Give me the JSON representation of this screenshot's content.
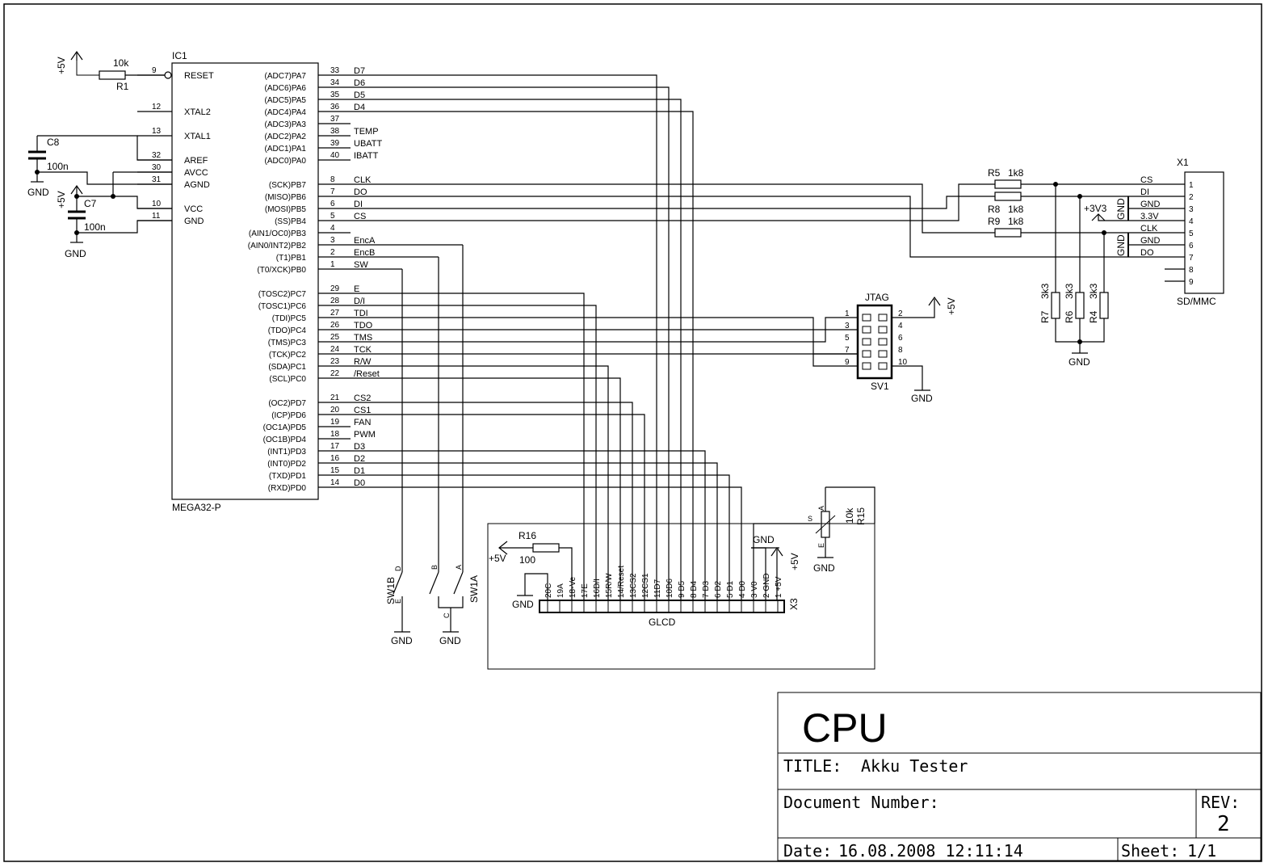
{
  "ic1": {
    "ref": "IC1",
    "part": "MEGA32-P",
    "left_pins": [
      {
        "num": "9",
        "name": "RESET"
      },
      {
        "num": "12",
        "name": "XTAL2"
      },
      {
        "num": "13",
        "name": "XTAL1"
      },
      {
        "num": "32",
        "name": "AREF"
      },
      {
        "num": "30",
        "name": "AVCC"
      },
      {
        "num": "31",
        "name": "AGND"
      },
      {
        "num": "10",
        "name": "VCC"
      },
      {
        "num": "11",
        "name": "GND"
      }
    ],
    "right_pins": [
      {
        "num": "33",
        "name": "(ADC7)PA7",
        "net": "D7"
      },
      {
        "num": "34",
        "name": "(ADC6)PA6",
        "net": "D6"
      },
      {
        "num": "35",
        "name": "(ADC5)PA5",
        "net": "D5"
      },
      {
        "num": "36",
        "name": "(ADC4)PA4",
        "net": "D4"
      },
      {
        "num": "37",
        "name": "(ADC3)PA3",
        "net": ""
      },
      {
        "num": "38",
        "name": "(ADC2)PA2",
        "net": "TEMP"
      },
      {
        "num": "39",
        "name": "(ADC1)PA1",
        "net": "UBATT"
      },
      {
        "num": "40",
        "name": "(ADC0)PA0",
        "net": "IBATT"
      },
      {
        "num": "8",
        "name": "(SCK)PB7",
        "net": "CLK"
      },
      {
        "num": "7",
        "name": "(MISO)PB6",
        "net": "DO"
      },
      {
        "num": "6",
        "name": "(MOSI)PB5",
        "net": "DI"
      },
      {
        "num": "5",
        "name": "(SS)PB4",
        "net": "CS"
      },
      {
        "num": "4",
        "name": "(AIN1/OC0)PB3",
        "net": ""
      },
      {
        "num": "3",
        "name": "(AIN0/INT2)PB2",
        "net": "EncA"
      },
      {
        "num": "2",
        "name": "(T1)PB1",
        "net": "EncB"
      },
      {
        "num": "1",
        "name": "(T0/XCK)PB0",
        "net": "SW"
      },
      {
        "num": "29",
        "name": "(TOSC2)PC7",
        "net": "E"
      },
      {
        "num": "28",
        "name": "(TOSC1)PC6",
        "net": "D/I"
      },
      {
        "num": "27",
        "name": "(TDI)PC5",
        "net": "TDI"
      },
      {
        "num": "26",
        "name": "(TDO)PC4",
        "net": "TDO"
      },
      {
        "num": "25",
        "name": "(TMS)PC3",
        "net": "TMS"
      },
      {
        "num": "24",
        "name": "(TCK)PC2",
        "net": "TCK"
      },
      {
        "num": "23",
        "name": "(SDA)PC1",
        "net": "R/W"
      },
      {
        "num": "22",
        "name": "(SCL)PC0",
        "net": "/Reset"
      },
      {
        "num": "21",
        "name": "(OC2)PD7",
        "net": "CS2"
      },
      {
        "num": "20",
        "name": "(ICP)PD6",
        "net": "CS1"
      },
      {
        "num": "19",
        "name": "(OC1A)PD5",
        "net": "FAN"
      },
      {
        "num": "18",
        "name": "(OC1B)PD4",
        "net": "PWM"
      },
      {
        "num": "17",
        "name": "(INT1)PD3",
        "net": "D3"
      },
      {
        "num": "16",
        "name": "(INT0)PD2",
        "net": "D2"
      },
      {
        "num": "15",
        "name": "(TXD)PD1",
        "net": "D1"
      },
      {
        "num": "14",
        "name": "(RXD)PD0",
        "net": "D0"
      }
    ]
  },
  "power": {
    "p5v": "+5V",
    "p3v3": "+3V3",
    "gnd": "GND"
  },
  "parts": {
    "r1": {
      "ref": "R1",
      "value": "10k"
    },
    "c8": {
      "ref": "C8",
      "value": "100n"
    },
    "c7": {
      "ref": "C7",
      "value": "100n"
    },
    "r5": {
      "ref": "R5",
      "value": "1k8"
    },
    "r8": {
      "ref": "R8",
      "value": "1k8"
    },
    "r9": {
      "ref": "R9",
      "value": "1k8"
    },
    "r7": {
      "ref": "R7",
      "value": "3k3"
    },
    "r6": {
      "ref": "R6",
      "value": "3k3"
    },
    "r4": {
      "ref": "R4",
      "value": "3k3"
    },
    "r16": {
      "ref": "R16",
      "value": "100"
    },
    "r15": {
      "ref": "R15",
      "value": "10k"
    },
    "sw1a": {
      "ref": "SW1A",
      "a": "A",
      "b": "B",
      "c": "C"
    },
    "sw1b": {
      "ref": "SW1B",
      "d": "D",
      "e": "E"
    }
  },
  "sd": {
    "ref": "X1",
    "part": "SD/MMC",
    "pins": [
      {
        "num": "1",
        "net": "CS"
      },
      {
        "num": "2",
        "net": "DI"
      },
      {
        "num": "3",
        "net": "GND"
      },
      {
        "num": "4",
        "net": "3.3V"
      },
      {
        "num": "5",
        "net": "CLK"
      },
      {
        "num": "6",
        "net": "GND"
      },
      {
        "num": "7",
        "net": "DO"
      },
      {
        "num": "8",
        "net": ""
      },
      {
        "num": "9",
        "net": ""
      }
    ]
  },
  "jtag": {
    "label": "JTAG",
    "ref": "SV1",
    "left": [
      "1",
      "3",
      "5",
      "7",
      "9"
    ],
    "right": [
      "2",
      "4",
      "6",
      "8",
      "10"
    ]
  },
  "glcd": {
    "ref": "X3",
    "part": "GLCD",
    "pins": [
      "20C",
      "19A",
      "18-Ve",
      "17E",
      "16D/I",
      "15R/W",
      "14/Reset",
      "13CS2",
      "12CS1",
      "11D7",
      "10D6",
      "9 D5",
      "8 D4",
      "7 D3",
      "6 D2",
      "5 D1",
      "4 D0",
      "3 V0",
      "2 GND",
      "1 +5V"
    ]
  },
  "pot": {
    "s": "S",
    "a": "A",
    "e": "E"
  },
  "title_block": {
    "sheet_name": "CPU",
    "title_label": "TITLE:",
    "title": "Akku Tester",
    "doc_label": "Document Number:",
    "rev_label": "REV:",
    "rev": "2",
    "date_label": "Date:",
    "date": "16.08.2008 12:11:14",
    "sheet_label": "Sheet:",
    "sheet": "1/1"
  }
}
